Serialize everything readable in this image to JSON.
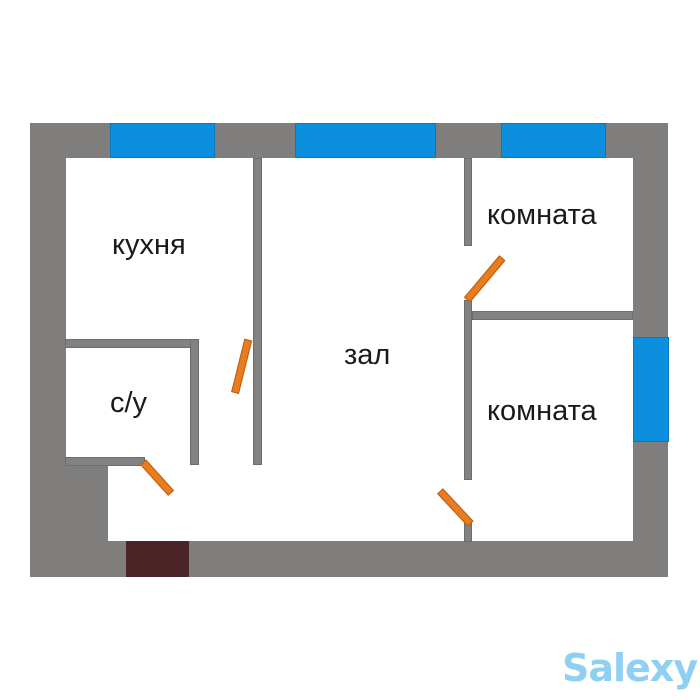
{
  "plan": {
    "rooms": {
      "kitchen": "кухня",
      "hall": "зал",
      "room_top": "комната",
      "room_bottom": "комната",
      "bathroom": "с/у"
    },
    "colors": {
      "wall": "#7f7e7c",
      "partition": "#828282",
      "window": "#0b8fde",
      "door": "#e87c1e",
      "entrance": "#4a2426"
    }
  },
  "watermark": "Salexy"
}
